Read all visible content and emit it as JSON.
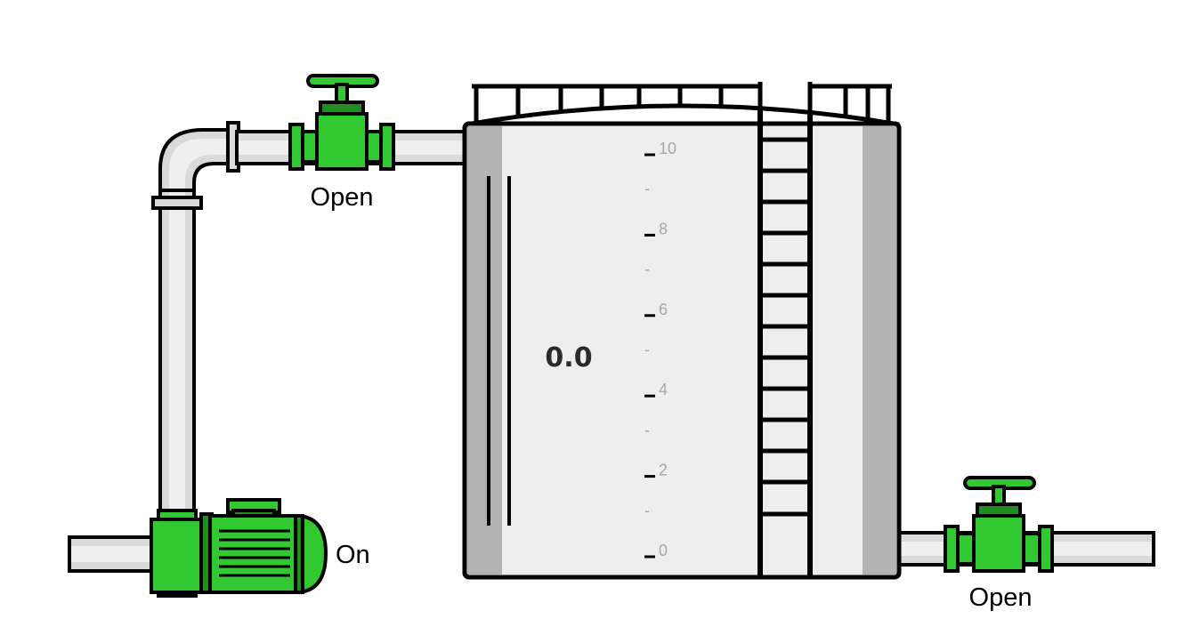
{
  "tank": {
    "level_display": "0.0",
    "level_value": 0.0,
    "scale_max": 10,
    "scale_labels": [
      "10",
      "-",
      "8",
      "-",
      "6",
      "-",
      "4",
      "-",
      "2",
      "-",
      "0"
    ]
  },
  "inlet_valve": {
    "status": "Open"
  },
  "outlet_valve": {
    "status": "Open"
  },
  "pump": {
    "status": "On"
  },
  "colors": {
    "active_green": "#32c832",
    "dark_green": "#1f8e1f",
    "tank_fill": "#eeeeee",
    "tank_shade": "#b3b3b3",
    "pipe": "#dadada"
  }
}
